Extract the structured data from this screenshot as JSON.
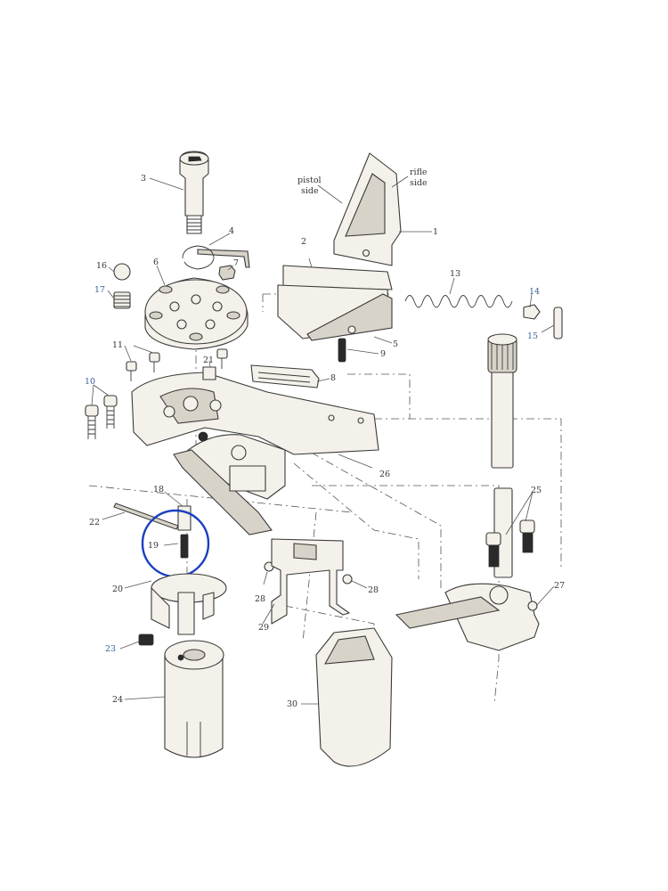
{
  "diagram": {
    "labels": {
      "p1": "1",
      "p2": "2",
      "p3": "3",
      "p4": "4",
      "p5": "5",
      "p6": "6",
      "p7": "7",
      "p8": "8",
      "p9": "9",
      "p10": "10",
      "p11": "11",
      "p13": "13",
      "p14": "14",
      "p15": "15",
      "p16": "16",
      "p17": "17",
      "p18": "18",
      "p19": "19",
      "p20": "20",
      "p21": "21",
      "p22": "22",
      "p23": "23",
      "p24": "24",
      "p25": "25",
      "p26": "26",
      "p27": "27",
      "p28a": "28",
      "p28b": "28",
      "p29": "29",
      "p30": "30"
    },
    "annotations": {
      "pistol_line1": "pistol",
      "pistol_line2": "side",
      "rifle_line1": "rifle",
      "rifle_line2": "side"
    },
    "highlight": {
      "target": "19",
      "color": "#1a3fc0"
    }
  }
}
